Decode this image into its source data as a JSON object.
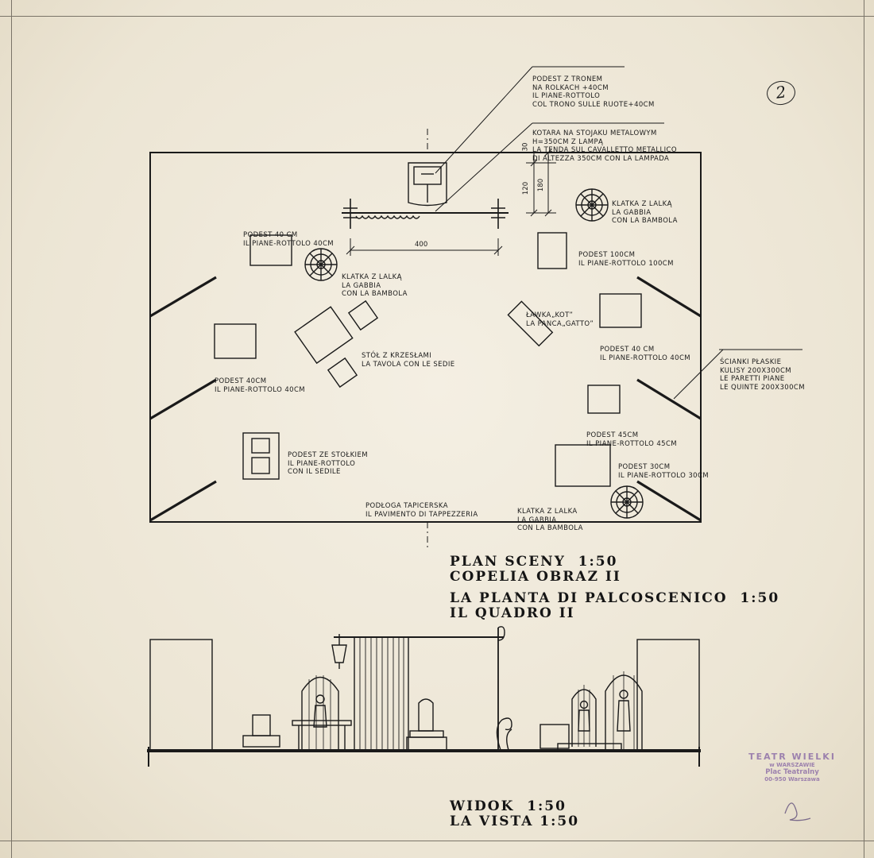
{
  "sheet_number": "2",
  "plan": {
    "callouts": {
      "tron": [
        "PODEST Z TRONEM",
        "NA ROLKACH +40cm",
        "IL PIANE-ROTTOLO",
        "COL TRONO SULLE RUOTE+40cm"
      ],
      "kotara": [
        "KOTARA NA STOJAKU METALOWYM",
        "H=350cm Z LAMPĄ",
        "LA TENDA SUL CAVALLETTO METALLICO",
        "DI ALTEZZA 350cm CON LA LAMPADA"
      ],
      "podest40_top": [
        "PODEST 40 cm",
        "IL PIANE-ROTTOLO 40cm"
      ],
      "klatka_left": [
        "KLATKA Z LALKĄ",
        "LA GABBIA",
        "CON LA BAMBOLA"
      ],
      "klatka_right_top": [
        "KLATKA Z LALKĄ",
        "LA GABBIA",
        "CON LA BAMBOLA"
      ],
      "podest100": [
        "PODEST 100cm",
        "IL PIANE-ROTTOLO 100cm"
      ],
      "lawka": [
        "ŁAWKA„KOT”",
        "LA PANCA„GATTO”"
      ],
      "stol": [
        "STÓŁ Z KRZESŁAMI",
        "LA TAVOLA CON LE SEDIE"
      ],
      "podest40_right": [
        "PODEST 40 cm",
        "IL PIANE-ROTTOLO 40cm"
      ],
      "podest40_left": [
        "PODEST 40cm",
        "IL PIANE-ROTTOLO 40cm"
      ],
      "scianki": [
        "ŚCIANKI PŁASKIE",
        "KULISY 200x300cm",
        "LE PARETTI PIANE",
        "LE QUINTE 200x300cm"
      ],
      "podest45": [
        "PODEST 45cm",
        "IL PIANE-ROTTOLO 45cm"
      ],
      "podest_stolkiem": [
        "PODEST ZE STOŁKIEM",
        "IL PIANE-ROTTOLO",
        "CON IL SEDILE"
      ],
      "podest30": [
        "PODEST 30cm",
        "IL PIANE-ROTTOLO 30cm"
      ],
      "podloga": [
        "PODŁOGA TAPICERSKA",
        "IL PAVIMENTO DI TAPPEZZERIA"
      ],
      "klatka_bottom": [
        "KLATKA Z LALKA",
        "LA GABBIA",
        "CON LA BAMBOLA"
      ]
    },
    "dimensions": {
      "width_400": "400",
      "d30": "30",
      "d120": "120",
      "d180": "180"
    }
  },
  "titles": {
    "plan_pl": [
      "PLAN SCENY  1:50",
      "COPELIA OBRAZ II"
    ],
    "plan_it": [
      "LA PLANTA DI PALCOSCENICO  1:50",
      "IL QUADRO II"
    ],
    "view": [
      "WIDOK  1:50",
      "LA VISTA 1:50"
    ]
  },
  "stamp": {
    "line1": "TEATR WIELKI",
    "line2": "w WARSZAWIE",
    "line3": "Plac Teatralny",
    "line4": "00-950 Warszawa"
  },
  "colors": {
    "ink": "#1a1a1a",
    "paper": "#efe9dc",
    "stamp": "#8a6aa6"
  }
}
